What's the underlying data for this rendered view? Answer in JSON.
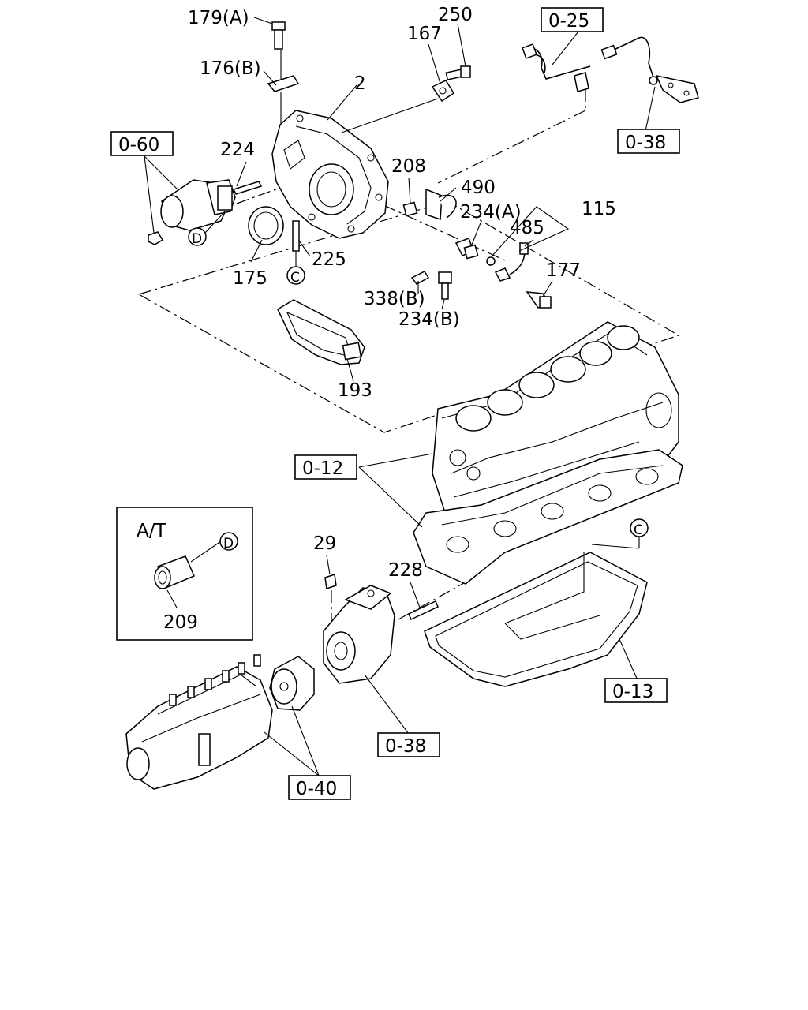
{
  "labels": {
    "p179a": "179(A)",
    "p250": "250",
    "p167": "167",
    "p176b": "176(B)",
    "p2": "2",
    "p224": "224",
    "p208": "208",
    "p490": "490",
    "p234a": "234(A)",
    "p115": "115",
    "p485": "485",
    "p177": "177",
    "p175": "175",
    "p225": "225",
    "p338b": "338(B)",
    "p234b": "234(B)",
    "p193": "193",
    "p29": "29",
    "p228": "228",
    "p209": "209",
    "inset_title": "A/T"
  },
  "refs": {
    "r025": "0-25",
    "r038_top": "0-38",
    "r060": "0-60",
    "r012": "0-12",
    "r013": "0-13",
    "r038_bottom": "0-38",
    "r040": "0-40"
  },
  "markers": {
    "d": "D",
    "c": "C"
  }
}
